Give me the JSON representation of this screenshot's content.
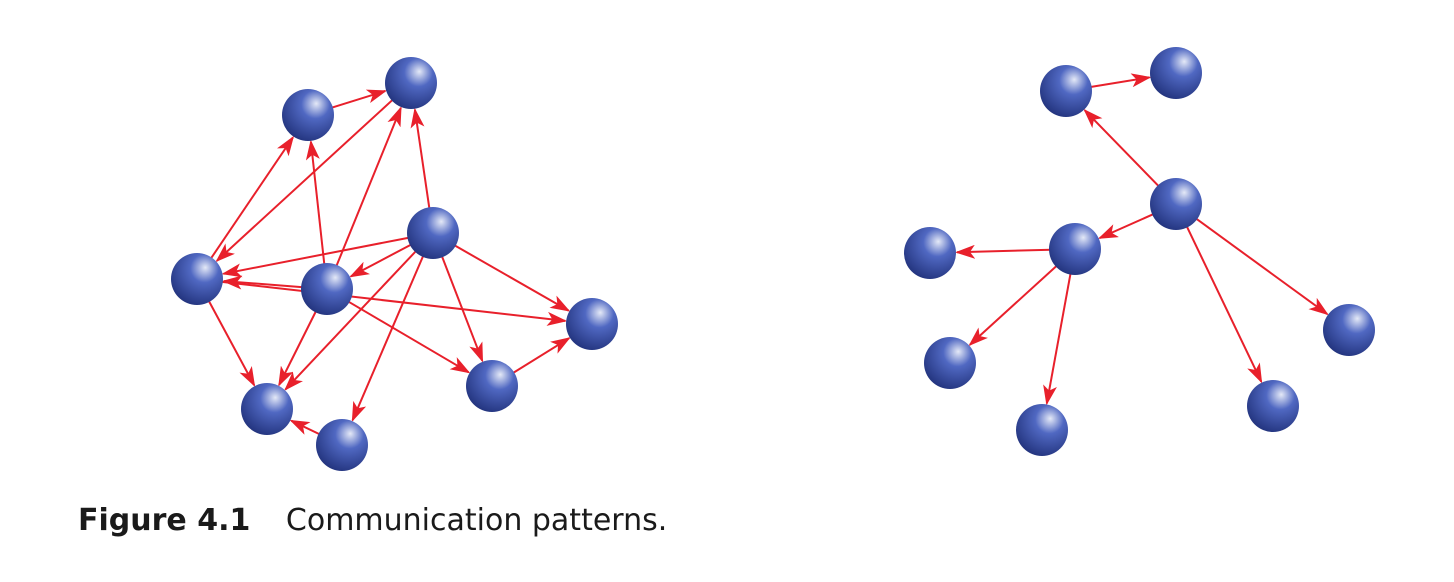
{
  "caption": {
    "label": "Figure 4.1",
    "text": "Communication patterns."
  },
  "colors": {
    "arrow": "#e8202b",
    "node_highlight": "#e4e9f7",
    "node_mid": "#5068c2",
    "node_dark": "#23347e",
    "background": "#ffffff"
  },
  "diagrams": [
    {
      "name": "network-pattern",
      "nodes": [
        "n1",
        "n2",
        "n3",
        "n4",
        "n5",
        "n6",
        "n7",
        "n8",
        "n9"
      ],
      "edges": [
        [
          "n1",
          "n2"
        ],
        [
          "n3",
          "n1"
        ],
        [
          "n3",
          "n9"
        ],
        [
          "n2",
          "n3"
        ],
        [
          "n3",
          "n6"
        ],
        [
          "n5",
          "n2"
        ],
        [
          "n4",
          "n2"
        ],
        [
          "n4",
          "n3"
        ],
        [
          "n4",
          "n5"
        ],
        [
          "n4",
          "n8"
        ],
        [
          "n4",
          "n7"
        ],
        [
          "n4",
          "n9"
        ],
        [
          "n4",
          "n6"
        ],
        [
          "n5",
          "n1"
        ],
        [
          "n5",
          "n3"
        ],
        [
          "n5",
          "n6"
        ],
        [
          "n5",
          "n8"
        ],
        [
          "n7",
          "n6"
        ],
        [
          "n8",
          "n9"
        ]
      ]
    },
    {
      "name": "tree-pattern",
      "nodes": [
        "t1",
        "t2",
        "t3",
        "t4",
        "t5",
        "t6",
        "t7",
        "t8",
        "t9"
      ],
      "edges": [
        [
          "t1",
          "t2"
        ],
        [
          "t3",
          "t1"
        ],
        [
          "t3",
          "t4"
        ],
        [
          "t3",
          "t7"
        ],
        [
          "t3",
          "t9"
        ],
        [
          "t4",
          "t5"
        ],
        [
          "t4",
          "t6"
        ],
        [
          "t4",
          "t8"
        ]
      ]
    }
  ]
}
